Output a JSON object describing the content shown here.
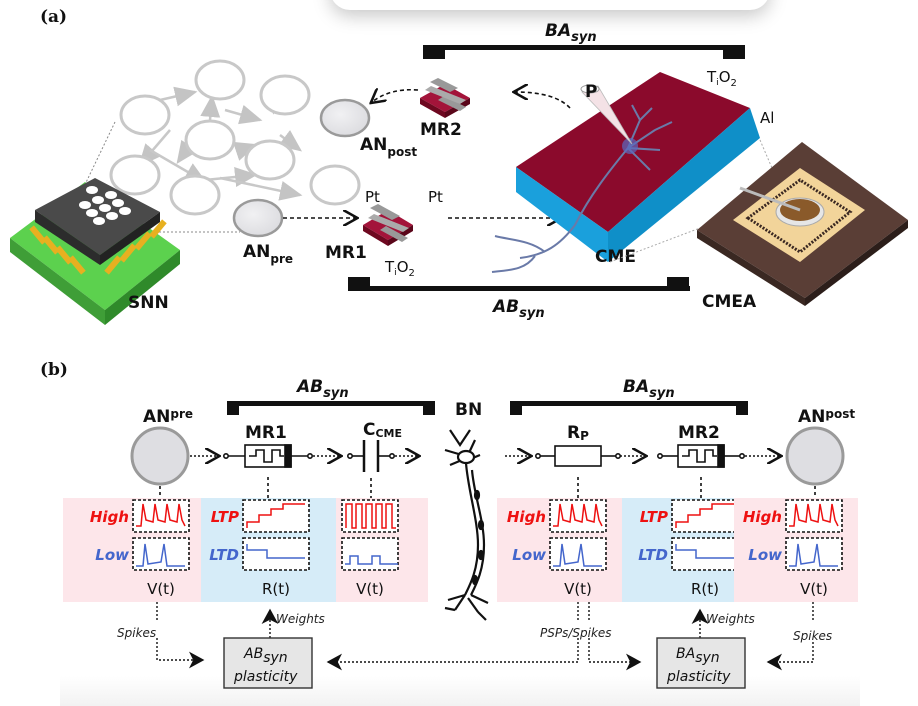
{
  "figure": {
    "panel_a_label": "(a)",
    "panel_b_label": "(b)",
    "colors": {
      "memristor_red": "#8b0a2c",
      "electrode_gray": "#8a8a8a",
      "aluminum_blue": "#1aa0dc",
      "pcb_green": "#4fbf45",
      "chip_dark": "#3a3a3a",
      "cmea_brown": "#5a3e36",
      "cmea_gold": "#f2d49a",
      "high_red": "#ee1111",
      "low_blue": "#4466cc",
      "pink_panel": "#fde6ea",
      "blue_panel": "#d6ecf8"
    }
  },
  "panel_a": {
    "ba_syn": {
      "main": "BA",
      "sub": "syn"
    },
    "ab_syn": {
      "main": "AB",
      "sub": "syn"
    },
    "snn": "SNN",
    "an_pre": {
      "main": "AN",
      "sub": "pre"
    },
    "an_post": {
      "main": "AN",
      "sub": "post"
    },
    "mr1": "MR1",
    "mr2": "MR2",
    "pt_left": "Pt",
    "pt_right": "Pt",
    "tio2_mr1": {
      "a": "T",
      "i": "i",
      "b": "O",
      "two": "2"
    },
    "tio2_cme": {
      "a": "T",
      "i": "i",
      "b": "O",
      "two": "2"
    },
    "al": "Al",
    "probe": "P",
    "cme": "CME",
    "cmea": "CMEA"
  },
  "panel_b": {
    "ab_syn": {
      "main": "AB",
      "sub": "syn"
    },
    "ba_syn": {
      "main": "BA",
      "sub": "syn"
    },
    "an_pre": {
      "main": "AN",
      "sub": "pre"
    },
    "an_post": {
      "main": "AN",
      "sub": "post"
    },
    "mr1": "MR1",
    "mr2": "MR2",
    "c_cme": {
      "main": "C",
      "sub": "CME"
    },
    "rp": {
      "main": "R",
      "sub": "P"
    },
    "bn": "BN",
    "blocks": [
      {
        "top": "High",
        "bottom": "Low",
        "axis": "V(t)"
      },
      {
        "top": "LTP",
        "bottom": "LTD",
        "axis": "R(t)"
      },
      {
        "top": "",
        "bottom": "",
        "axis": "V(t)"
      },
      {
        "top": "High",
        "bottom": "Low",
        "axis": "V(t)"
      },
      {
        "top": "LTP",
        "bottom": "LTD",
        "axis": "R(t)"
      },
      {
        "top": "High",
        "bottom": "Low",
        "axis": "V(t)"
      }
    ],
    "spikes_left": "Spikes",
    "weights_left": "Weights",
    "psps_spikes": "PSPs/Spikes",
    "weights_right": "Weights",
    "spikes_right": "Spikes",
    "ab_plasticity": {
      "main": "AB",
      "sub": "syn",
      "line2": "plasticity"
    },
    "ba_plasticity": {
      "main": "BA",
      "sub": "syn",
      "line2": "plasticity"
    }
  }
}
